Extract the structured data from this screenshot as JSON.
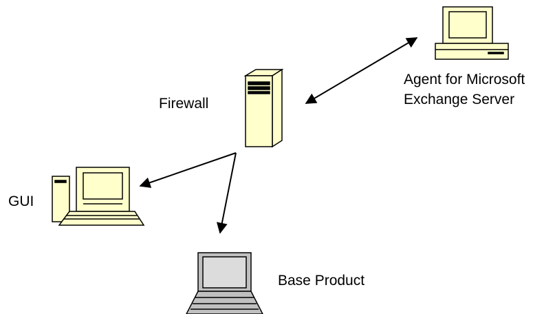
{
  "labels": {
    "firewall": "Firewall",
    "gui": "GUI",
    "base_product": "Base Product",
    "agent_line1": "Agent for Microsoft",
    "agent_line2": "Exchange Server"
  },
  "colors": {
    "device_fill": "#ffffcc",
    "device_stroke": "#000000",
    "screen_fill": "#ffffcc",
    "laptop_fill": "#c0c0c0",
    "background": "#ffffff"
  },
  "icons": {
    "firewall": "server-tower-icon",
    "agent": "desktop-computer-icon",
    "gui": "workstation-icon",
    "base_product": "laptop-icon"
  }
}
